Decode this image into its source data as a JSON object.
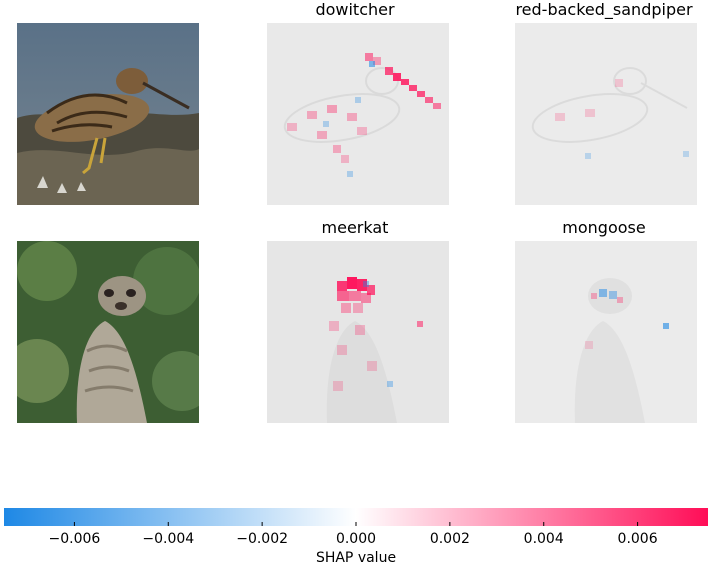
{
  "chart_data": {
    "type": "heatmap",
    "rows": [
      {
        "input_image": "snipe wading bird on mudflat",
        "outputs": [
          {
            "class": "dowitcher",
            "attribution": "strong positive on beak and head, scattered positive across body"
          },
          {
            "class": "red-backed_sandpiper",
            "attribution": "weak mixed attribution outlining the bird"
          }
        ]
      },
      {
        "input_image": "meerkat standing upright against green foliage",
        "outputs": [
          {
            "class": "meerkat",
            "attribution": "strong positive on face, mixed positive on body"
          },
          {
            "class": "mongoose",
            "attribution": "weak mixed attribution, slight negative on face"
          }
        ]
      }
    ],
    "colorbar": {
      "label": "SHAP value",
      "range": [
        -0.0075,
        0.0075
      ],
      "ticks": [
        -0.006,
        -0.004,
        -0.002,
        0.0,
        0.002,
        0.004,
        0.006
      ],
      "tick_labels": [
        "−0.006",
        "−0.004",
        "−0.002",
        "0.000",
        "0.002",
        "0.004",
        "0.006"
      ],
      "negative_color": "#1e88e5",
      "positive_color": "#ff0d57"
    }
  }
}
